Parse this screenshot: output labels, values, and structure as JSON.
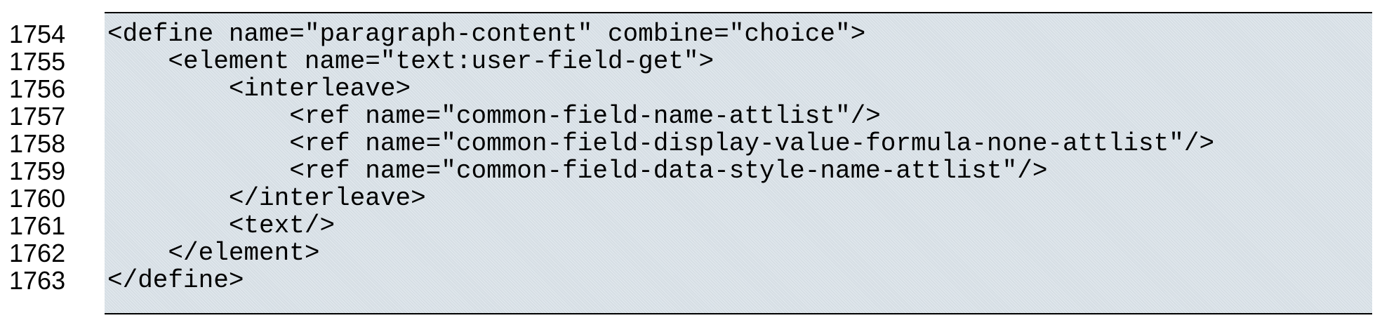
{
  "listing": {
    "lines": [
      {
        "number": "1754",
        "code": "<define name=\"paragraph-content\" combine=\"choice\">"
      },
      {
        "number": "1755",
        "code": "    <element name=\"text:user-field-get\">"
      },
      {
        "number": "1756",
        "code": "        <interleave>"
      },
      {
        "number": "1757",
        "code": "            <ref name=\"common-field-name-attlist\"/>"
      },
      {
        "number": "1758",
        "code": "            <ref name=\"common-field-display-value-formula-none-attlist\"/>"
      },
      {
        "number": "1759",
        "code": "            <ref name=\"common-field-data-style-name-attlist\"/>"
      },
      {
        "number": "1760",
        "code": "        </interleave>"
      },
      {
        "number": "1761",
        "code": "        <text/>"
      },
      {
        "number": "1762",
        "code": "    </element>"
      },
      {
        "number": "1763",
        "code": "</define>"
      }
    ],
    "colors": {
      "code_background": "#d9e2e8",
      "border": "#000000",
      "text": "#000000",
      "page_background": "#ffffff"
    }
  }
}
